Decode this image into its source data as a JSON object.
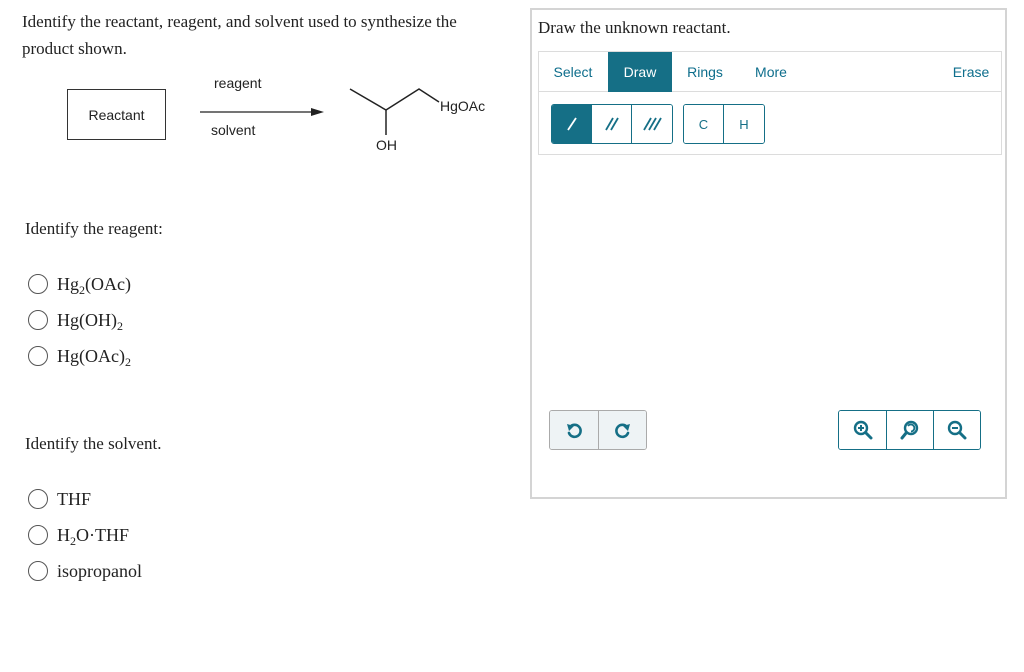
{
  "question": {
    "text": "Identify the reactant, reagent, and solvent used to synthesize the product shown."
  },
  "scheme": {
    "reactant_label": "Reactant",
    "reagent_label": "reagent",
    "solvent_label": "solvent",
    "product_group_1": "HgOAc",
    "product_group_2": "OH"
  },
  "reagent_section": {
    "heading": "Identify the reagent:",
    "options": [
      {
        "base": "Hg",
        "sub": "2",
        "tail": "(OAc)",
        "tail_sub": ""
      },
      {
        "base": "Hg(OH)",
        "sub": "2",
        "tail": "",
        "tail_sub": ""
      },
      {
        "base": "Hg(OAc)",
        "sub": "2",
        "tail": "",
        "tail_sub": ""
      }
    ]
  },
  "solvent_section": {
    "heading": "Identify the solvent.",
    "options": [
      {
        "base": "THF",
        "sub": "",
        "tail": ""
      },
      {
        "base": "H",
        "sub": "2",
        "tail": "O·THF"
      },
      {
        "base": "isopropanol",
        "sub": "",
        "tail": ""
      }
    ]
  },
  "draw_panel": {
    "title": "Draw the unknown reactant.",
    "tabs": {
      "select": "Select",
      "draw": "Draw",
      "rings": "Rings",
      "more": "More",
      "erase": "Erase"
    },
    "atoms": {
      "carbon": "C",
      "hydrogen": "H"
    },
    "icons": {
      "single_bond": "single-bond-icon",
      "double_bond": "double-bond-icon",
      "triple_bond": "triple-bond-icon",
      "undo": "undo-icon",
      "redo": "redo-icon",
      "zoom_in": "zoom-in-icon",
      "zoom_reset": "zoom-reset-icon",
      "zoom_out": "zoom-out-icon"
    }
  },
  "colors": {
    "accent": "#156f86",
    "panel_border": "#d4d4d4",
    "history_bg": "#eef3f5"
  }
}
